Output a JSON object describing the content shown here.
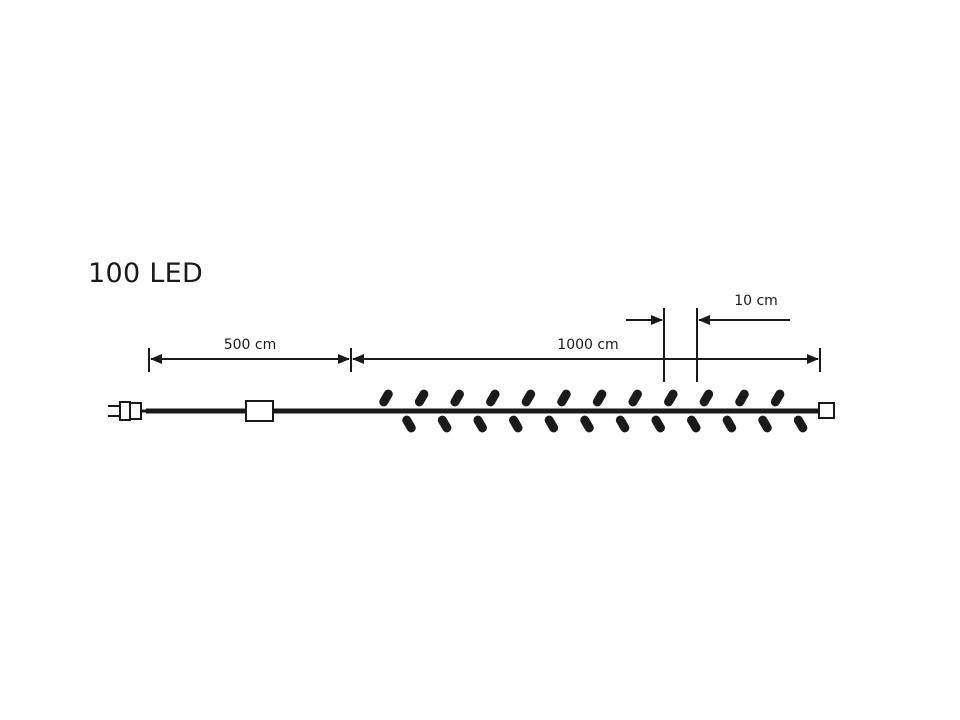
{
  "title": "100 LED",
  "dimensions": {
    "lead_cable": "500 cm",
    "lit_length": "1000 cm",
    "led_spacing": "10 cm"
  },
  "colors": {
    "line": "#1a1a1a",
    "background": "#ffffff"
  },
  "icons": {
    "plug": "plug-icon",
    "transformer": "transformer-box-icon",
    "end_connector": "end-connector-icon",
    "bulb": "led-bulb-icon"
  }
}
